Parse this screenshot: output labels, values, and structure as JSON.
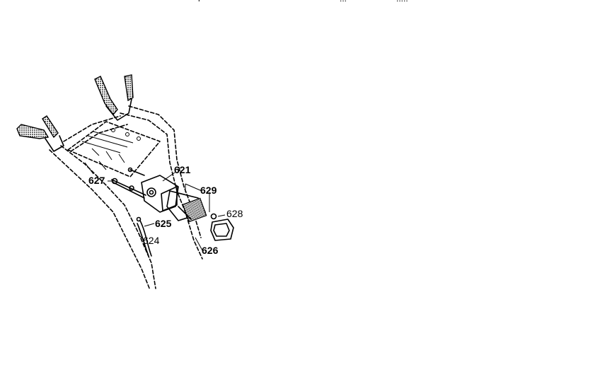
{
  "header": {
    "fragments": [
      "l",
      "...",
      "....."
    ]
  },
  "callouts": [
    {
      "id": "621",
      "text": "621"
    },
    {
      "id": "627",
      "text": "627"
    },
    {
      "id": "629",
      "text": "629"
    },
    {
      "id": "628",
      "text": "628"
    },
    {
      "id": "625",
      "text": "625"
    },
    {
      "id": "624",
      "text": "624"
    },
    {
      "id": "626",
      "text": "626"
    }
  ]
}
